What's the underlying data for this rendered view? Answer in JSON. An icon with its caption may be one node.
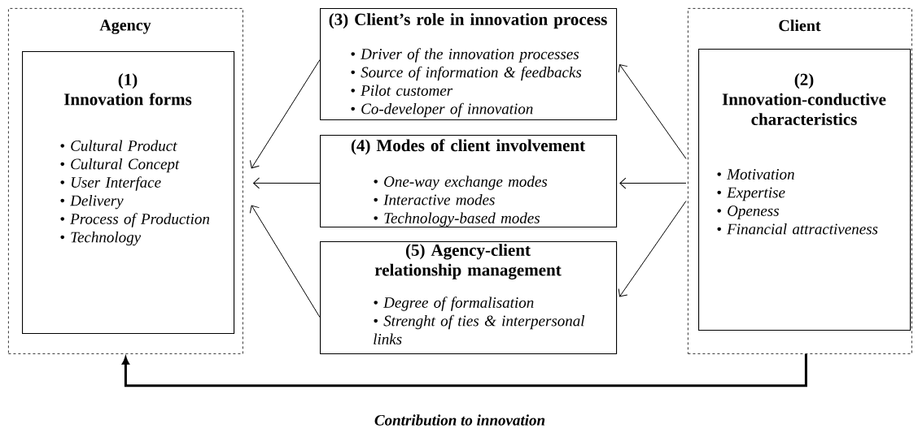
{
  "diagram": {
    "nodes": [
      {
        "text": [
          "Agency"
        ]
      },
      {
        "text": [
          "(1)",
          "Innovation forms",
          "• Cultural Product",
          "• Cultural Concept",
          "• User Interface",
          "• Delivery",
          "• Process of Production",
          "• Technology"
        ],
        "in": 0
      },
      {
        "text": [
          "Client"
        ]
      },
      {
        "text": [
          "(2)",
          "Innovation-conductive characteristics",
          "• Motivation",
          "• Expertise",
          "• Openess",
          "• Financial attractiveness"
        ],
        "in": 2
      },
      {
        "text": [
          "(3) Client’s role in innovation process",
          "• Driver of the innovation processes",
          "• Source of information & feedbacks",
          "• Pilot customer",
          "• Co-developer of innovation"
        ]
      },
      {
        "text": [
          "(4) Modes of client involvement",
          "• One-way exchange modes",
          "• Interactive modes",
          "• Technology-based modes"
        ]
      },
      {
        "text": [
          "(5) Agency-client relationship management",
          "• Degree of formalisation",
          "• Strenght of ties & interpersonal links"
        ]
      }
    ],
    "edges": [
      {
        "from": 2,
        "to": 4,
        "arrow": "to"
      },
      {
        "from": 2,
        "to": 5,
        "arrow": "to"
      },
      {
        "from": 2,
        "to": 6,
        "arrow": "to"
      },
      {
        "from": 4,
        "to": 0,
        "arrow": "to"
      },
      {
        "from": 5,
        "to": 0,
        "arrow": "to"
      },
      {
        "from": 6,
        "to": 0,
        "arrow": "to"
      },
      {
        "from": 2,
        "to": 0,
        "arrow": "to",
        "style": "thick",
        "label": "Contribution to innovation"
      }
    ]
  }
}
